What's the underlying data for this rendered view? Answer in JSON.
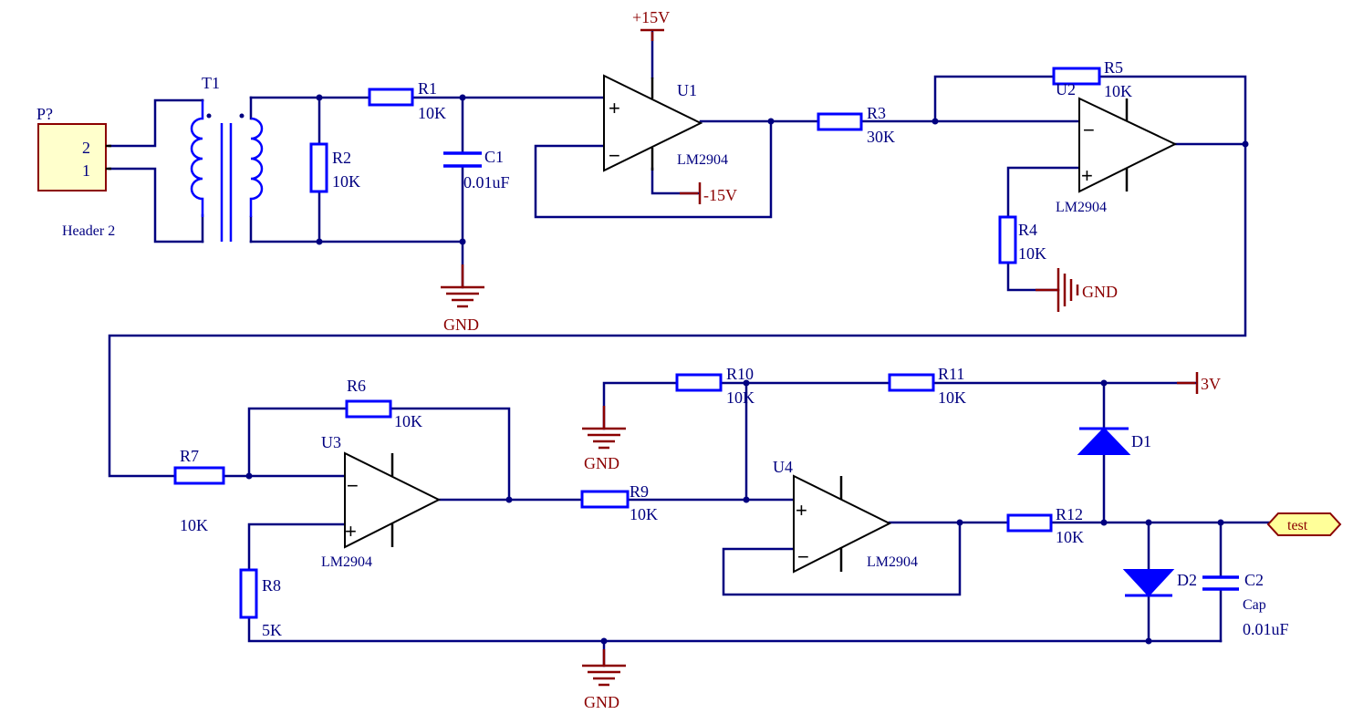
{
  "connector": {
    "ref": "P?",
    "pin2": "2",
    "pin1": "1",
    "name": "Header 2"
  },
  "transformer": {
    "ref": "T1"
  },
  "resistors": [
    {
      "ref": "R1",
      "value": "10K"
    },
    {
      "ref": "R2",
      "value": "10K"
    },
    {
      "ref": "R3",
      "value": "30K"
    },
    {
      "ref": "R4",
      "value": "10K"
    },
    {
      "ref": "R5",
      "value": "10K"
    },
    {
      "ref": "R6",
      "value": "10K"
    },
    {
      "ref": "R7",
      "value": "10K"
    },
    {
      "ref": "R8",
      "value": "5K"
    },
    {
      "ref": "R9",
      "value": "10K"
    },
    {
      "ref": "R10",
      "value": "10K"
    },
    {
      "ref": "R11",
      "value": "10K"
    },
    {
      "ref": "R12",
      "value": "10K"
    }
  ],
  "capacitors": [
    {
      "ref": "C1",
      "value": "0.01uF",
      "type": ""
    },
    {
      "ref": "C2",
      "value": "0.01uF",
      "type": "Cap"
    }
  ],
  "opamps": [
    {
      "ref": "U1",
      "part": "LM2904"
    },
    {
      "ref": "U2",
      "part": "LM2904"
    },
    {
      "ref": "U3",
      "part": "LM2904"
    },
    {
      "ref": "U4",
      "part": "LM2904"
    }
  ],
  "diodes": [
    {
      "ref": "D1"
    },
    {
      "ref": "D2"
    }
  ],
  "power": {
    "vpos": "+15V",
    "vneg": "-15V",
    "v3": "3V",
    "gnd": "GND"
  },
  "port": {
    "name": "test"
  },
  "signs": {
    "plus": "+",
    "minus": "−"
  },
  "colors": {
    "wire": "#000080",
    "component": "#0000ff",
    "power": "#8b0000",
    "connector_fill": "#ffffcc",
    "port_fill": "#ffff99"
  }
}
